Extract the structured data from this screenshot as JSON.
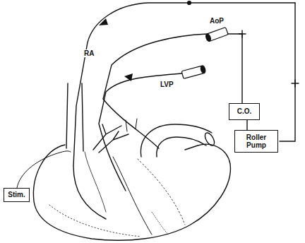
{
  "diagram": {
    "nodes": [
      {
        "text": [
          "Stim."
        ]
      },
      {
        "text": [
          "C.O."
        ]
      },
      {
        "text": [
          "Roller Pump"
        ]
      }
    ],
    "edges": [
      {
        "from": 1,
        "to": 2,
        "arrow": "none"
      }
    ],
    "labels": [
      "RA",
      "LVP",
      "AoP"
    ]
  }
}
